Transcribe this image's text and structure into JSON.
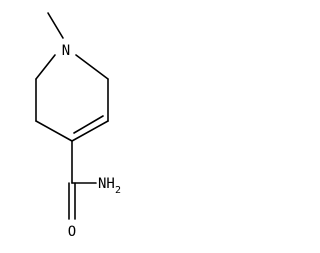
{
  "molecule": {
    "atoms": {
      "nitrogen_ring": "N",
      "nitrogen_amide": "NH",
      "amide_subscript": "2",
      "oxygen": "O"
    }
  }
}
